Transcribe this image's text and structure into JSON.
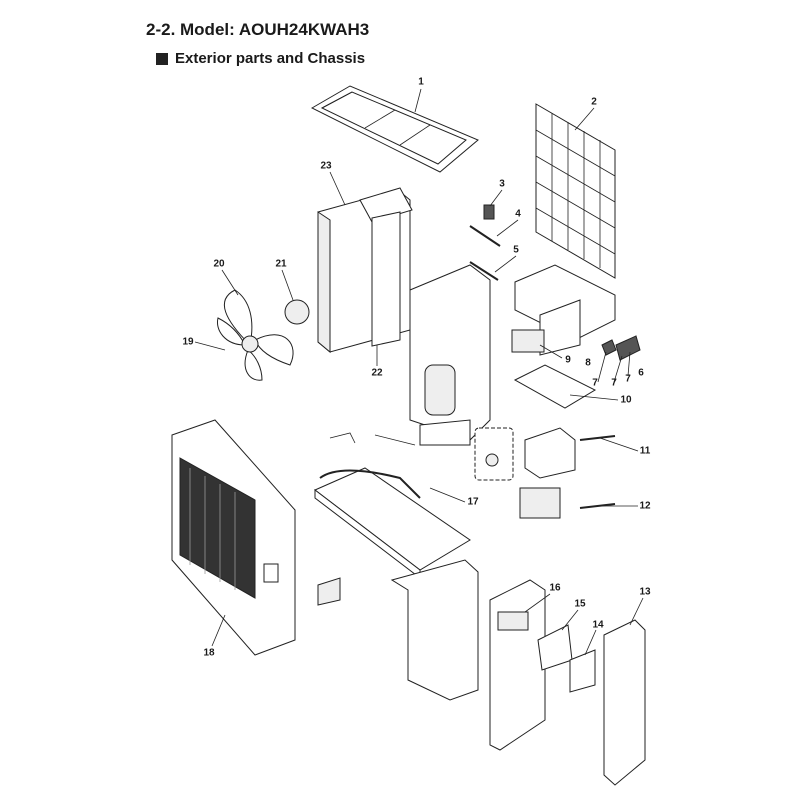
{
  "header": {
    "title": "2-2. Model: AOUH24KWAH3",
    "section": "Exterior parts and Chassis"
  },
  "callouts": [
    "1",
    "2",
    "3",
    "4",
    "5",
    "23",
    "20",
    "21",
    "19",
    "22",
    "9",
    "8",
    "7",
    "7",
    "7",
    "6",
    "10",
    "11",
    "17",
    "12",
    "16",
    "15",
    "13",
    "14",
    "18"
  ]
}
